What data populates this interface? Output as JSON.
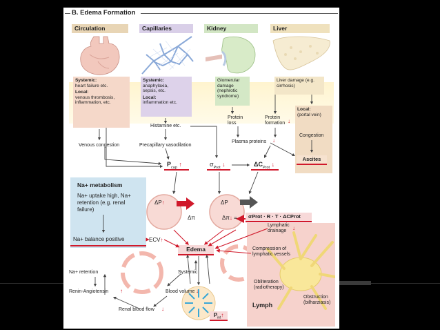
{
  "title": "B. Edema Formation",
  "headers": {
    "circulation": "Circulation",
    "capillaries": "Capillaries",
    "kidney": "Kidney",
    "liver": "Liver"
  },
  "circulation_box": {
    "systemic_head": "Systemic:",
    "systemic_text": "heart failure etc.",
    "local_head": "Local:",
    "local_text": "venous thrombosis, inflammation, etc."
  },
  "capillaries_box": {
    "systemic_head": "Systemic:",
    "systemic_text": "anaphylaxia, sepsis, etc.",
    "local_head": "Local:",
    "local_text": "inflammation etc."
  },
  "kidney_box": {
    "text": "Glomerular damage (nephrotic syndrome)"
  },
  "liver_box": {
    "text": "Liver damage (e.g. cirrhosis)",
    "local_head": "Local:",
    "local_text": "(portal vein)"
  },
  "labels": {
    "histamine": "Histamine etc.",
    "protein_loss": "Protein loss",
    "protein_formation": "Protein formation",
    "congestion": "Congestion",
    "venous_congestion": "Venous congestion",
    "precapillary": "Precapillary vasodilation",
    "plasma_proteins": "Plasma proteins",
    "ascites": "Ascites",
    "p_cap": "P",
    "p_cap_sub": "cap",
    "sigma_prot": "σ",
    "sigma_prot_sub": "Prot",
    "delta_c": "ΔC",
    "delta_c_sub": "Prot",
    "delta_p": "ΔP",
    "delta_pi": "Δπ",
    "equation": "σProt · R · T · ΔCProt",
    "ecv": "ECV",
    "edema": "Edema",
    "lymphatic_drainage": "Lymphatic drainage",
    "compression": "Compression of lymphatic vessels",
    "obliteration": "Obliteration (radiotherapy)",
    "obstruction": "Obstruction (bilharziasis)",
    "lymph": "Lymph",
    "systemic": "Systemic",
    "blood_volume": "Blood volume",
    "renal_blood_flow": "Renal blood flow",
    "renin": "Renin-Angiotensin",
    "na_retention": "Na+ retention",
    "p_int": "P",
    "p_int_sub": "int"
  },
  "na_box": {
    "title": "Na+ metabolism",
    "text": "Na+ uptake high, Na+ retention (e.g. renal failure)",
    "balance": "Na+ balance positive"
  },
  "colors": {
    "header_bg": "#e8d5b5",
    "red": "#d0192b",
    "pink_panel": "#f7d9d9",
    "blue_panel": "#cfe4f0",
    "green_panel": "#d4e8c6",
    "liver_panel": "#f3e6c8",
    "tan_panel": "#f1dcc3",
    "purple_panel": "#ddd2ea",
    "lymph_panel": "#f6d2cc"
  }
}
